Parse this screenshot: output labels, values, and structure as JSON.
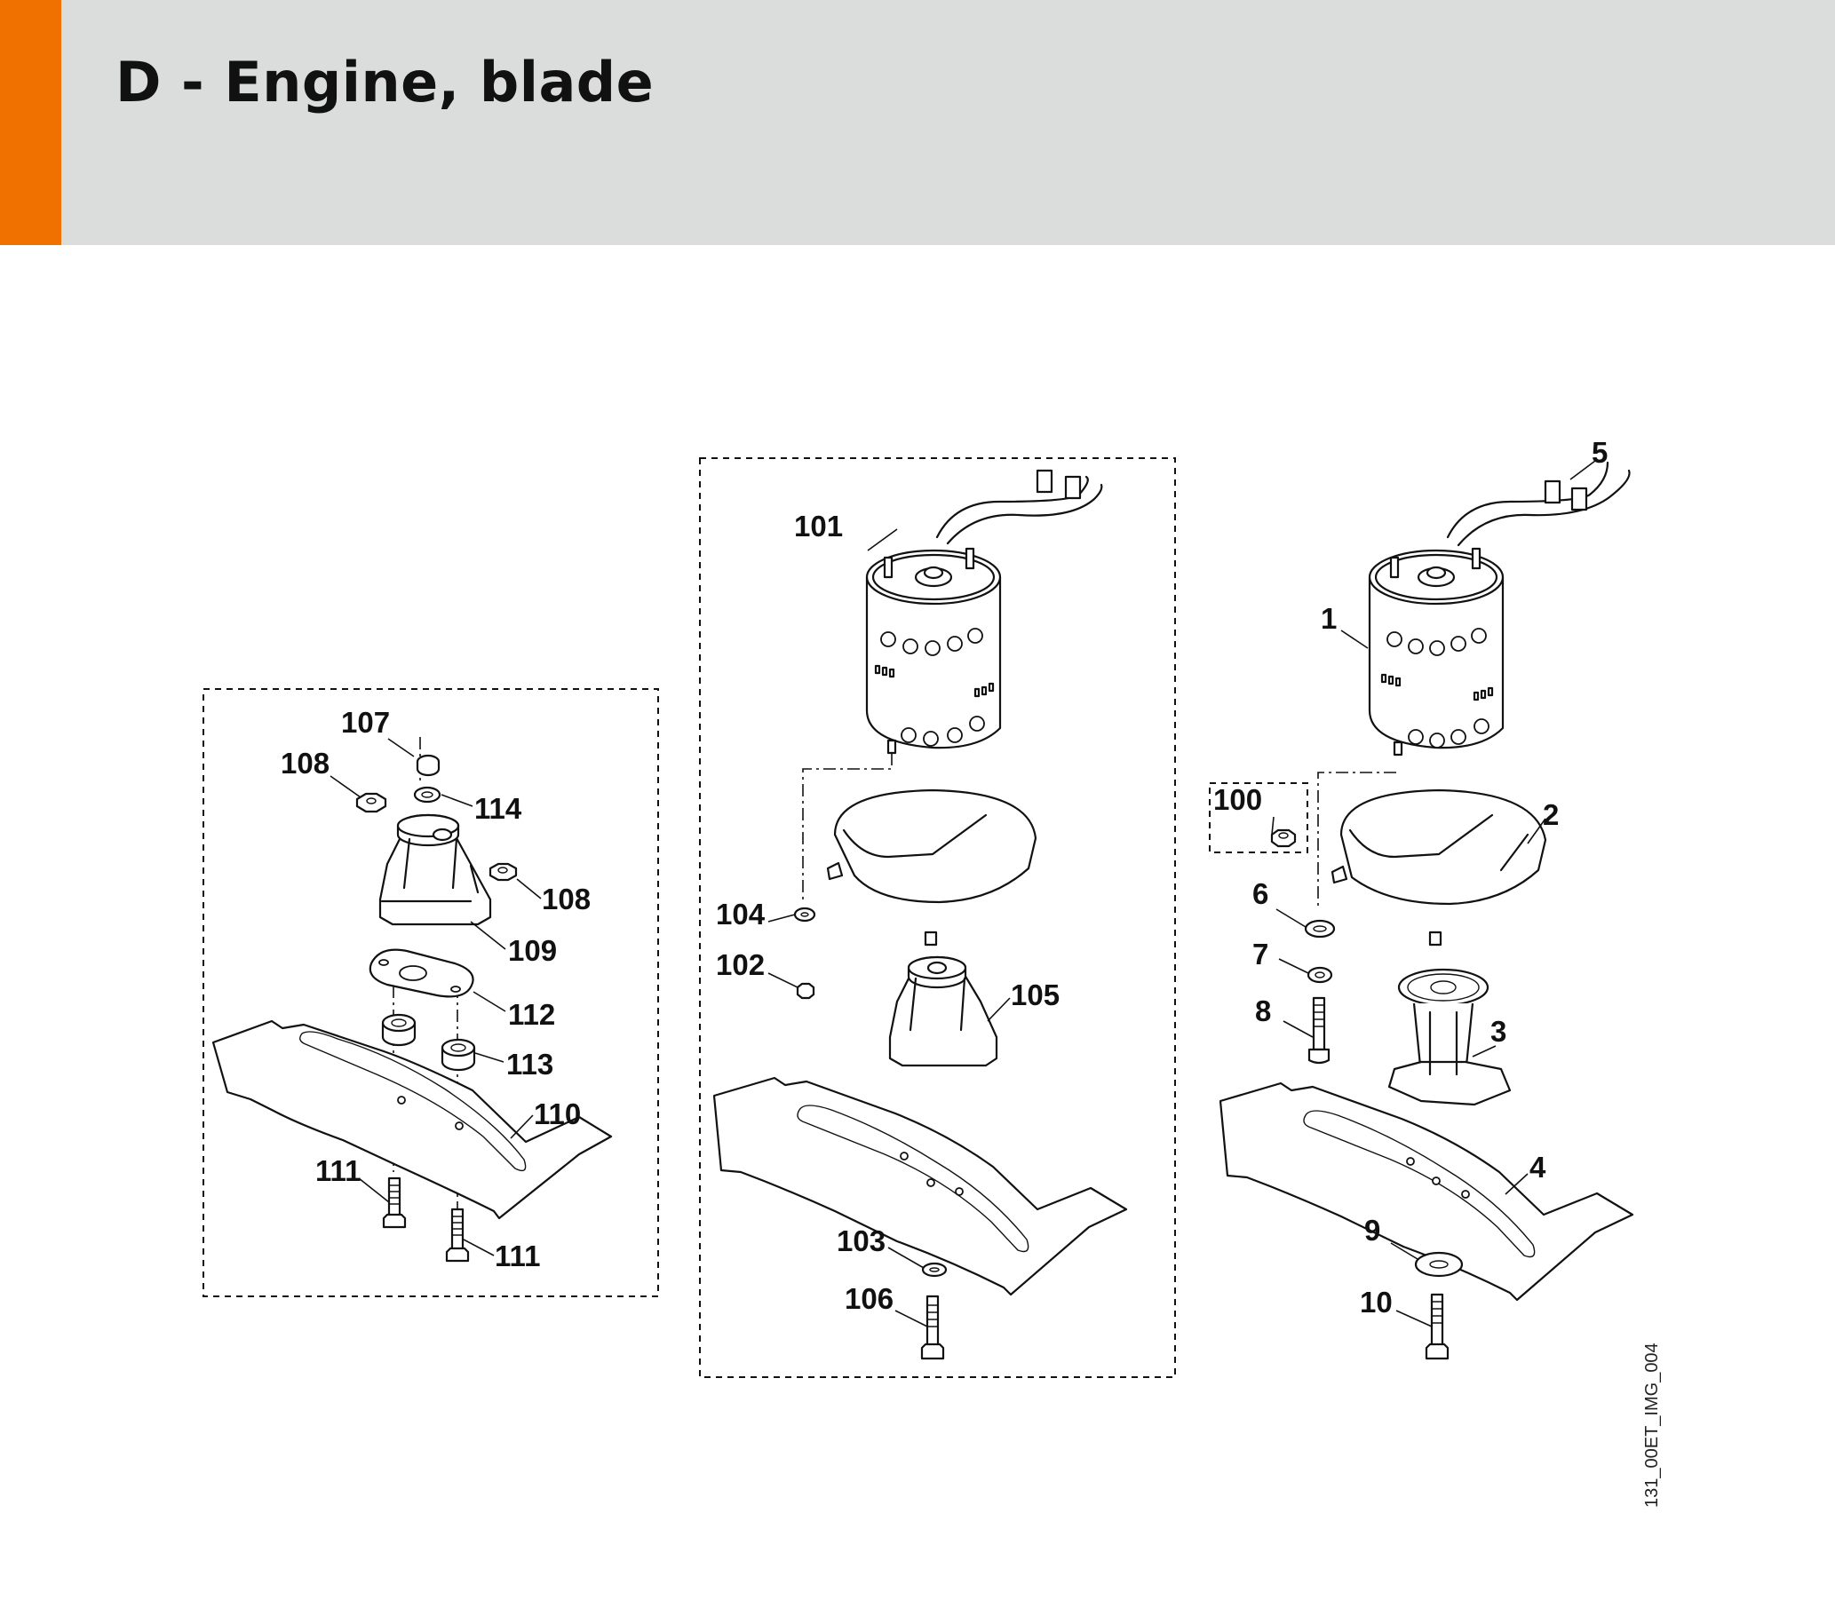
{
  "header": {
    "title": "D - Engine, blade",
    "accent_color": "#f07000",
    "background_color": "#dbdcdc"
  },
  "diagram": {
    "image_id": "131_00ET_IMG_004",
    "callouts": {
      "c1": "1",
      "c2": "2",
      "c3": "3",
      "c4": "4",
      "c5": "5",
      "c6": "6",
      "c7": "7",
      "c8": "8",
      "c9": "9",
      "c10": "10",
      "c100": "100",
      "c101": "101",
      "c102": "102",
      "c103": "103",
      "c104": "104",
      "c105": "105",
      "c106": "106",
      "c107": "107",
      "c108a": "108",
      "c108b": "108",
      "c109": "109",
      "c110": "110",
      "c111a": "111",
      "c111b": "111",
      "c112": "112",
      "c113": "113",
      "c114": "114"
    }
  }
}
